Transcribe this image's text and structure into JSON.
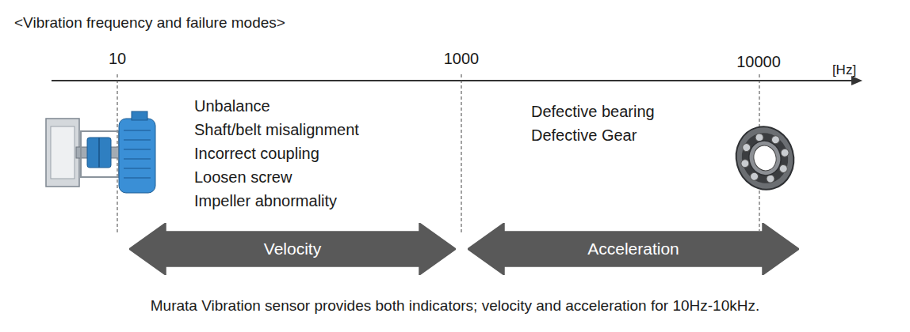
{
  "diagram": {
    "title": "<Vibration frequency and failure modes>",
    "caption": "Murata Vibration sensor provides both indicators; velocity and acceleration for 10Hz-10kHz.",
    "nodes": [
      {
        "text": [
          "Velocity"
        ]
      },
      {
        "text": [
          "Acceleration"
        ]
      }
    ],
    "labels": [
      "10",
      "1000",
      "10000",
      "[Hz]",
      "Unbalance",
      "Shaft/belt misalignment",
      "Incorrect coupling",
      "Loosen screw",
      "Impeller abnormality",
      "Defective bearing",
      "Defective Gear"
    ]
  }
}
